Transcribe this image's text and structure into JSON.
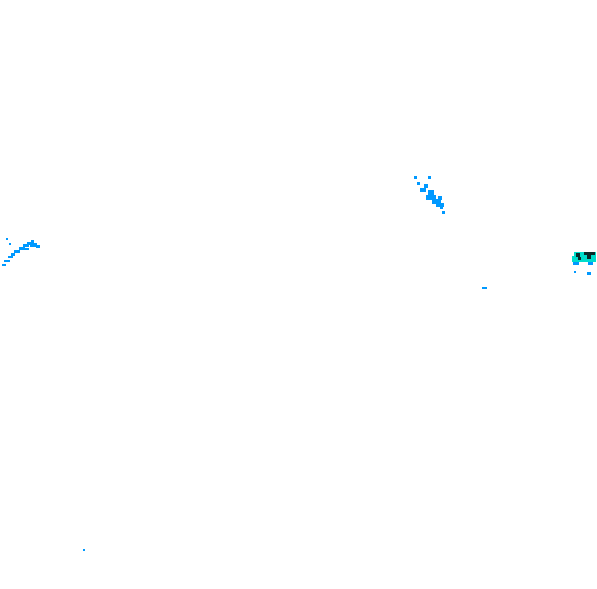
{
  "map": {
    "background_color": "#ffffff",
    "echo_levels": [
      {
        "level": 1,
        "color": "#00ccff"
      },
      {
        "level": 2,
        "color": "#0099ff"
      },
      {
        "level": 3,
        "color": "#00ddcc"
      },
      {
        "level": 4,
        "color": "#0a2a2a"
      }
    ]
  }
}
